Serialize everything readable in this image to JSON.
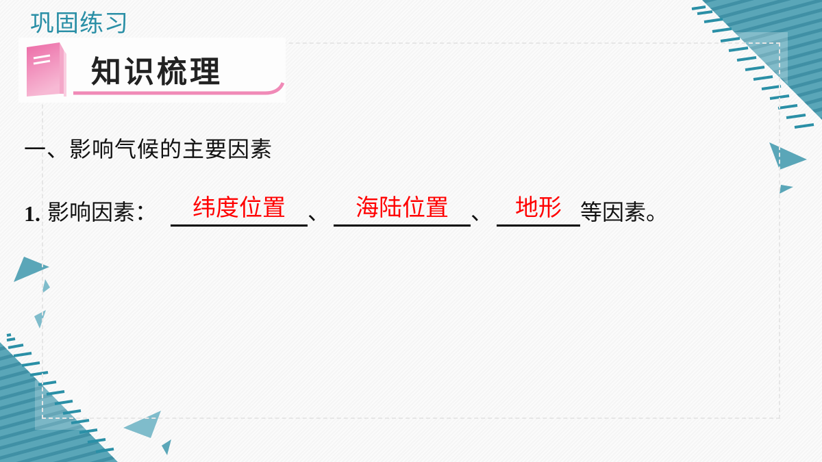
{
  "slide": {
    "section_tag": "巩固练习",
    "banner_title": "知识梳理",
    "heading": "一、影响气候的主要因素",
    "item1": {
      "number": "1.",
      "label": "影响因素：",
      "answers": [
        "纬度位置",
        "海陆位置",
        "地形"
      ],
      "separator": "、",
      "suffix": "等因素。"
    }
  },
  "colors": {
    "accent_teal": "#2a8fa6",
    "banner_pink": "#f08ab7",
    "answer_red": "#ff0000"
  }
}
